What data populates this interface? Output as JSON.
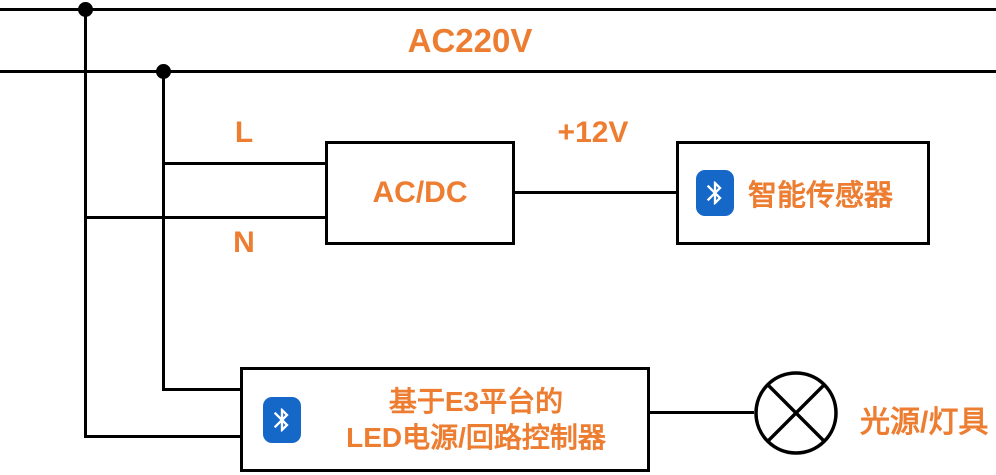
{
  "diagram": {
    "power": {
      "label": "AC220V"
    },
    "wire_labels": {
      "live": "L",
      "neutral": "N",
      "dc_output": "+12V"
    },
    "converter": {
      "label": "AC/DC"
    },
    "sensor": {
      "icon": "bluetooth-icon",
      "label": "智能传感器"
    },
    "controller": {
      "icon": "bluetooth-icon",
      "label_line1": "基于E3平台的",
      "label_line2": "LED电源/回路控制器"
    },
    "lamp": {
      "icon": "lamp-icon",
      "label": "光源/灯具"
    }
  },
  "colors": {
    "accent_orange": "#ED7D31",
    "wire_black": "#000000",
    "bluetooth_blue": "#1668C8"
  }
}
